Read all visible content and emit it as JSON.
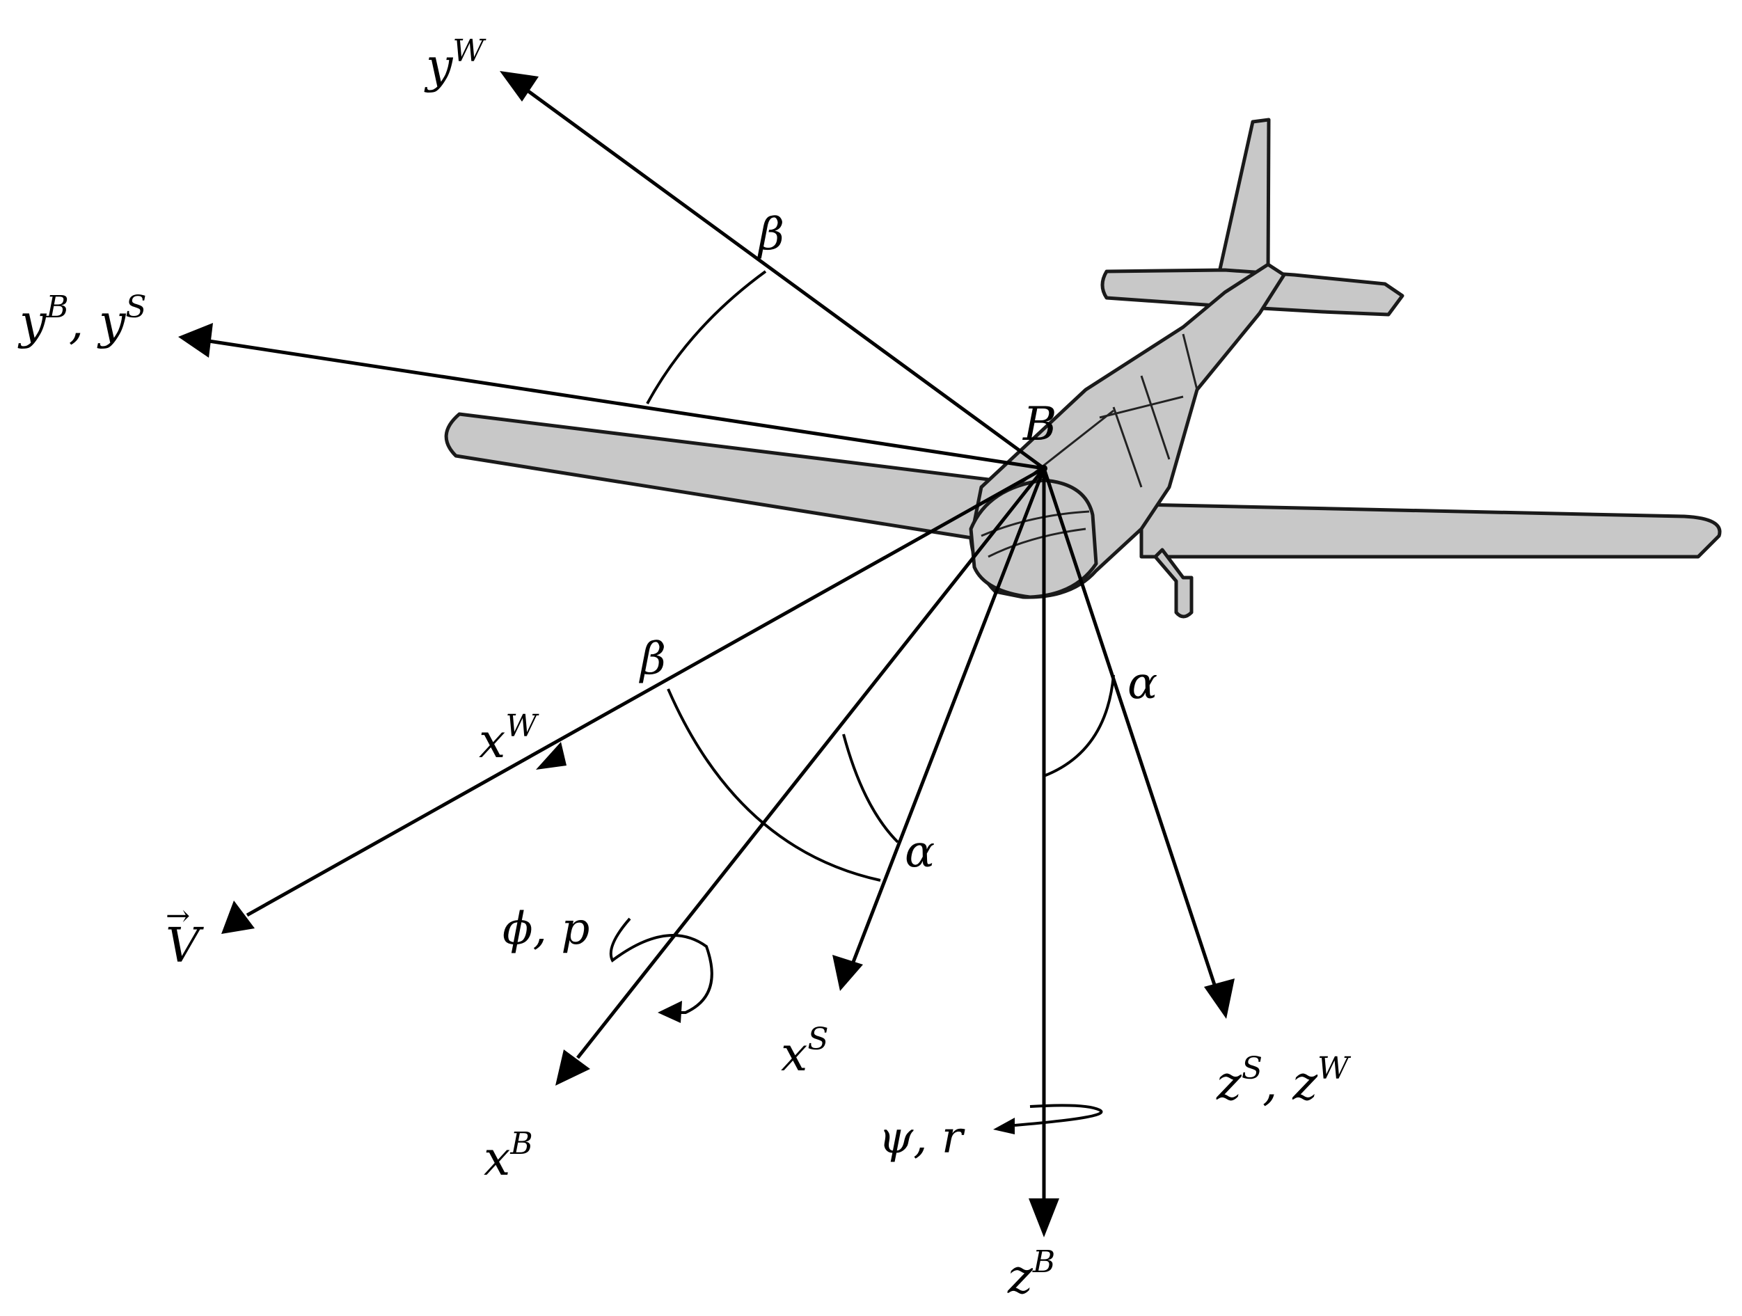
{
  "origin_label": "B",
  "axes": {
    "yW": {
      "base": "y",
      "sup": "W"
    },
    "yBS": {
      "base": "y",
      "sup": "B",
      "sep": ", ",
      "base2": "y",
      "sup2": "S"
    },
    "xW": {
      "base": "x",
      "sup": "W"
    },
    "V": {
      "base": "V",
      "arrow": "→"
    },
    "xB": {
      "base": "x",
      "sup": "B"
    },
    "xS": {
      "base": "x",
      "sup": "S"
    },
    "zB": {
      "base": "z",
      "sup": "B"
    },
    "zSW": {
      "base": "z",
      "sup": "S",
      "sep": ",  ",
      "base2": "z",
      "sup2": "W"
    }
  },
  "angles": {
    "beta_top": "β",
    "beta_bottom": "β",
    "alpha_right": "α",
    "alpha_bottom": "α"
  },
  "rotations": {
    "roll": "ϕ, p",
    "yaw": "ψ, r"
  }
}
